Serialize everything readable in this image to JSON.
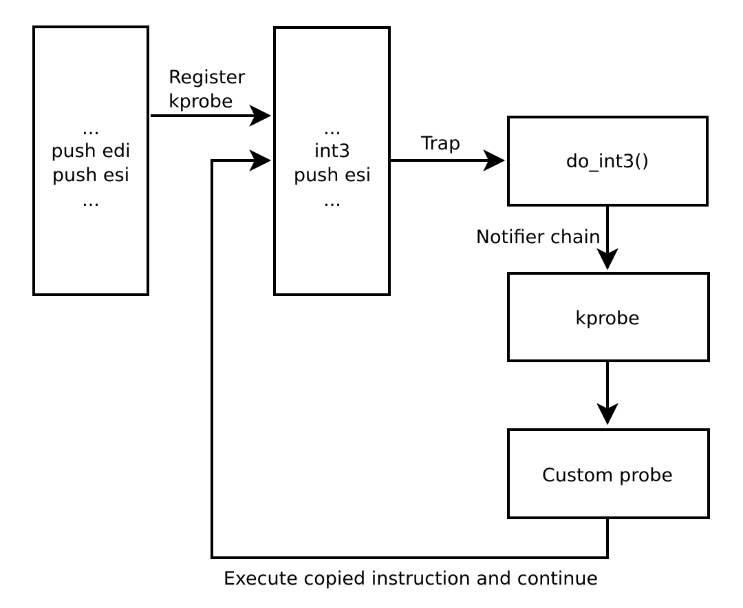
{
  "diagram": {
    "title_semantic": "kprobe registration and trap handling flow",
    "colors": {
      "background": "#ffffff",
      "ink": "#000000"
    },
    "boxes": {
      "original_code": {
        "lines": [
          "...",
          "push edi",
          "push esi",
          "..."
        ]
      },
      "probed_code": {
        "lines": [
          "...",
          "int3",
          "push esi",
          "..."
        ]
      },
      "do_int3": {
        "label": "do_int3()"
      },
      "kprobe": {
        "label": "kprobe"
      },
      "custom_probe": {
        "label": "Custom probe"
      }
    },
    "edge_labels": {
      "register_kprobe_line1": "Register",
      "register_kprobe_line2": "kprobe",
      "trap": "Trap",
      "notifier_chain": "Notifier chain",
      "execute_copied": "Execute copied instruction and continue"
    }
  }
}
